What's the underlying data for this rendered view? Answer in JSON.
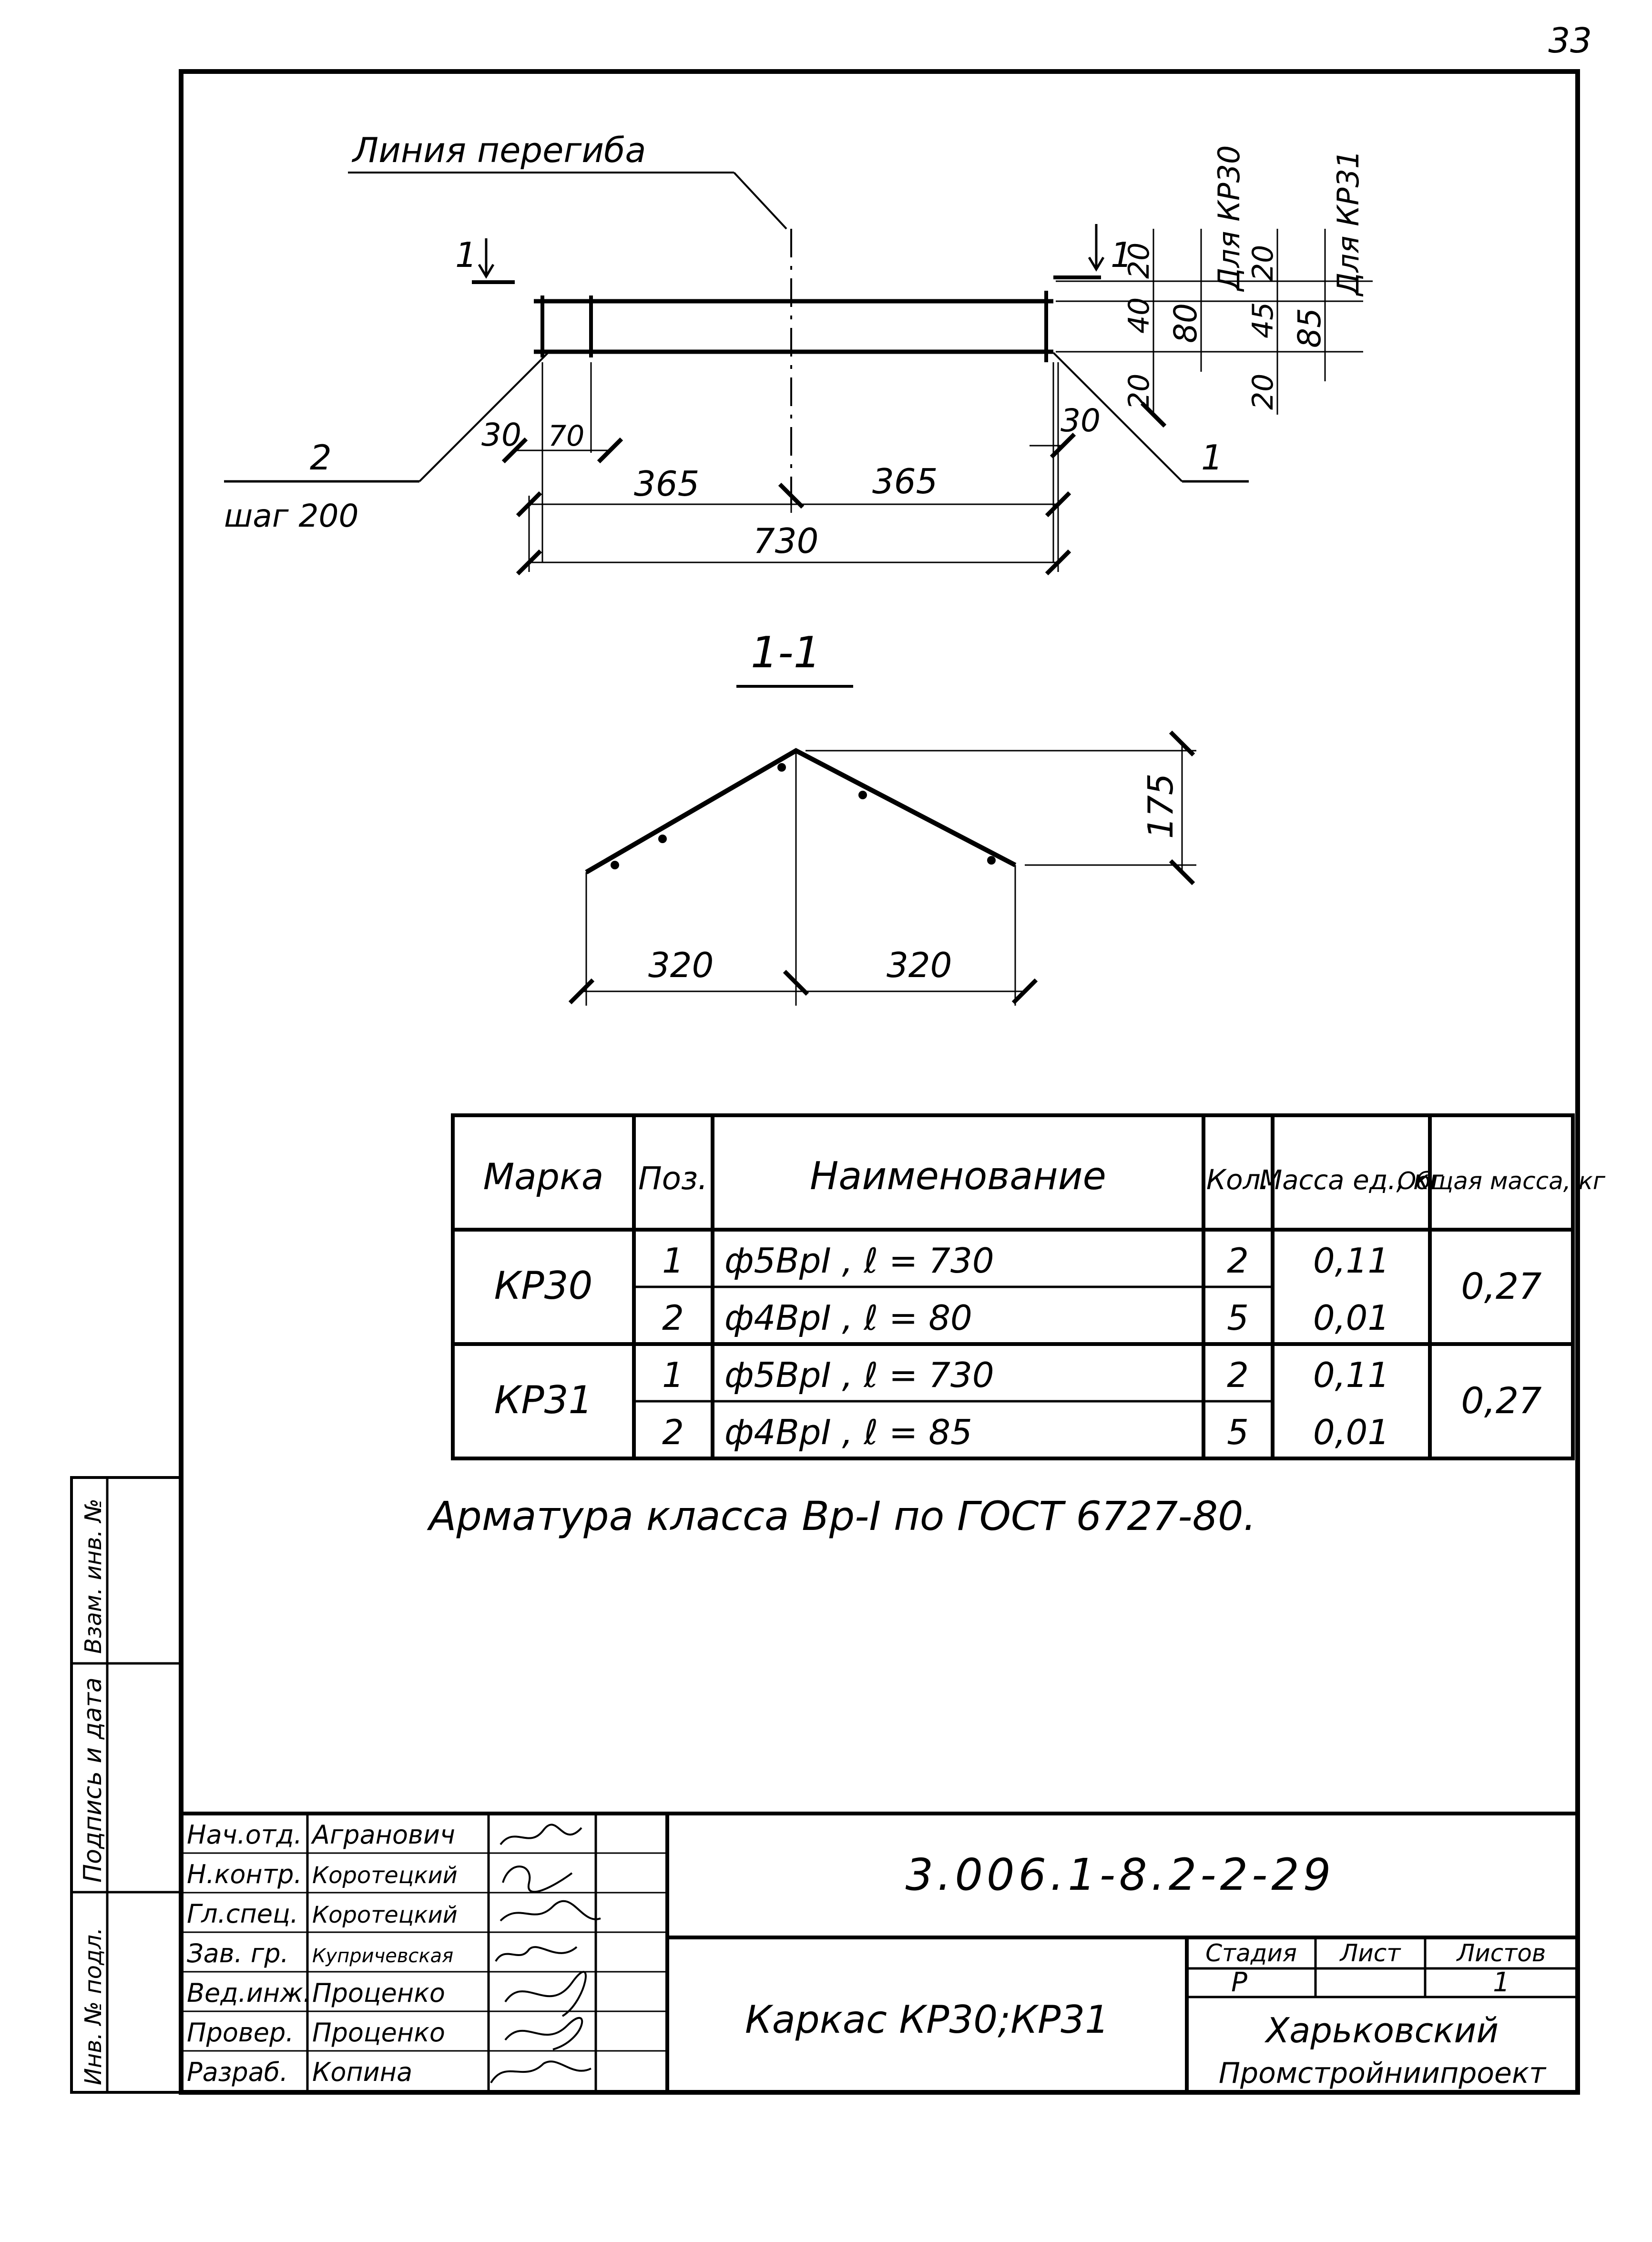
{
  "page_number": "33",
  "drawing": {
    "bend_line_label": "Линия перегиба",
    "section_mark": "1",
    "pos2_label": "2",
    "pos2_step": "шаг 200",
    "pos1_label": "1",
    "dim_30_left": "30",
    "dim_70": "70",
    "dim_30_right": "30",
    "dim_365_left": "365",
    "dim_365_right": "365",
    "dim_730": "730",
    "right_dims": {
      "v20_top": "20",
      "v40": "40",
      "v20_bot": "20",
      "v80": "80",
      "label_kr30": "Для КР30",
      "v20_top2": "20",
      "v45": "45",
      "v20_bot2": "20",
      "v85": "85",
      "label_kr31": "Для КР31"
    }
  },
  "section": {
    "title": "1-1",
    "dim_175": "175",
    "dim_320_left": "320",
    "dim_320_right": "320"
  },
  "table": {
    "headers": {
      "mark": "Марка",
      "pos": "Поз.",
      "name": "Наименование",
      "qty": "Кол.",
      "unit_mass": "Масса ед., кг",
      "total_mass": "Общая масса, кг"
    },
    "groups": [
      {
        "mark": "КР30",
        "total": "0,27",
        "rows": [
          {
            "pos": "1",
            "name": "ф5ВрI  ,  ℓ = 730",
            "qty": "2",
            "mass": "0,11"
          },
          {
            "pos": "2",
            "name": "ф4ВрI  ,  ℓ = 80",
            "qty": "5",
            "mass": "0,01"
          }
        ]
      },
      {
        "mark": "КР31",
        "total": "0,27",
        "rows": [
          {
            "pos": "1",
            "name": "ф5ВрI  ,  ℓ = 730",
            "qty": "2",
            "mass": "0,11"
          },
          {
            "pos": "2",
            "name": "ф4ВрI  ,  ℓ = 85",
            "qty": "5",
            "mass": "0,01"
          }
        ]
      }
    ]
  },
  "note": "Арматура класса Вр-I по ГОСТ 6727-80.",
  "side_stamp": {
    "inv_podl": "Инв. № подл.",
    "podpis_data": "Подпись и дата",
    "vzam_inv": "Взам. инв. №"
  },
  "title_block": {
    "people": [
      {
        "role": "Нач.отд.",
        "name": "Агранович"
      },
      {
        "role": "Н.контр.",
        "name": "Коротецкий"
      },
      {
        "role": "Гл.спец.",
        "name": "Коротецкий"
      },
      {
        "role": "Зав. гр.",
        "name": "Купричевская"
      },
      {
        "role": "Вед.инж.",
        "name": "Проценко"
      },
      {
        "role": "Провер.",
        "name": "Проценко"
      },
      {
        "role": "Разраб.",
        "name": "Копина"
      }
    ],
    "doc_code": "3.006.1-8.2-2-29",
    "title": "Каркас КР30;КР31",
    "stage_header": "Стадия",
    "sheet_header": "Лист",
    "sheets_header": "Листов",
    "stage_value": "Р",
    "sheets_value": "1",
    "org_line1": "Харьковский",
    "org_line2": "Промстройниипроект"
  }
}
